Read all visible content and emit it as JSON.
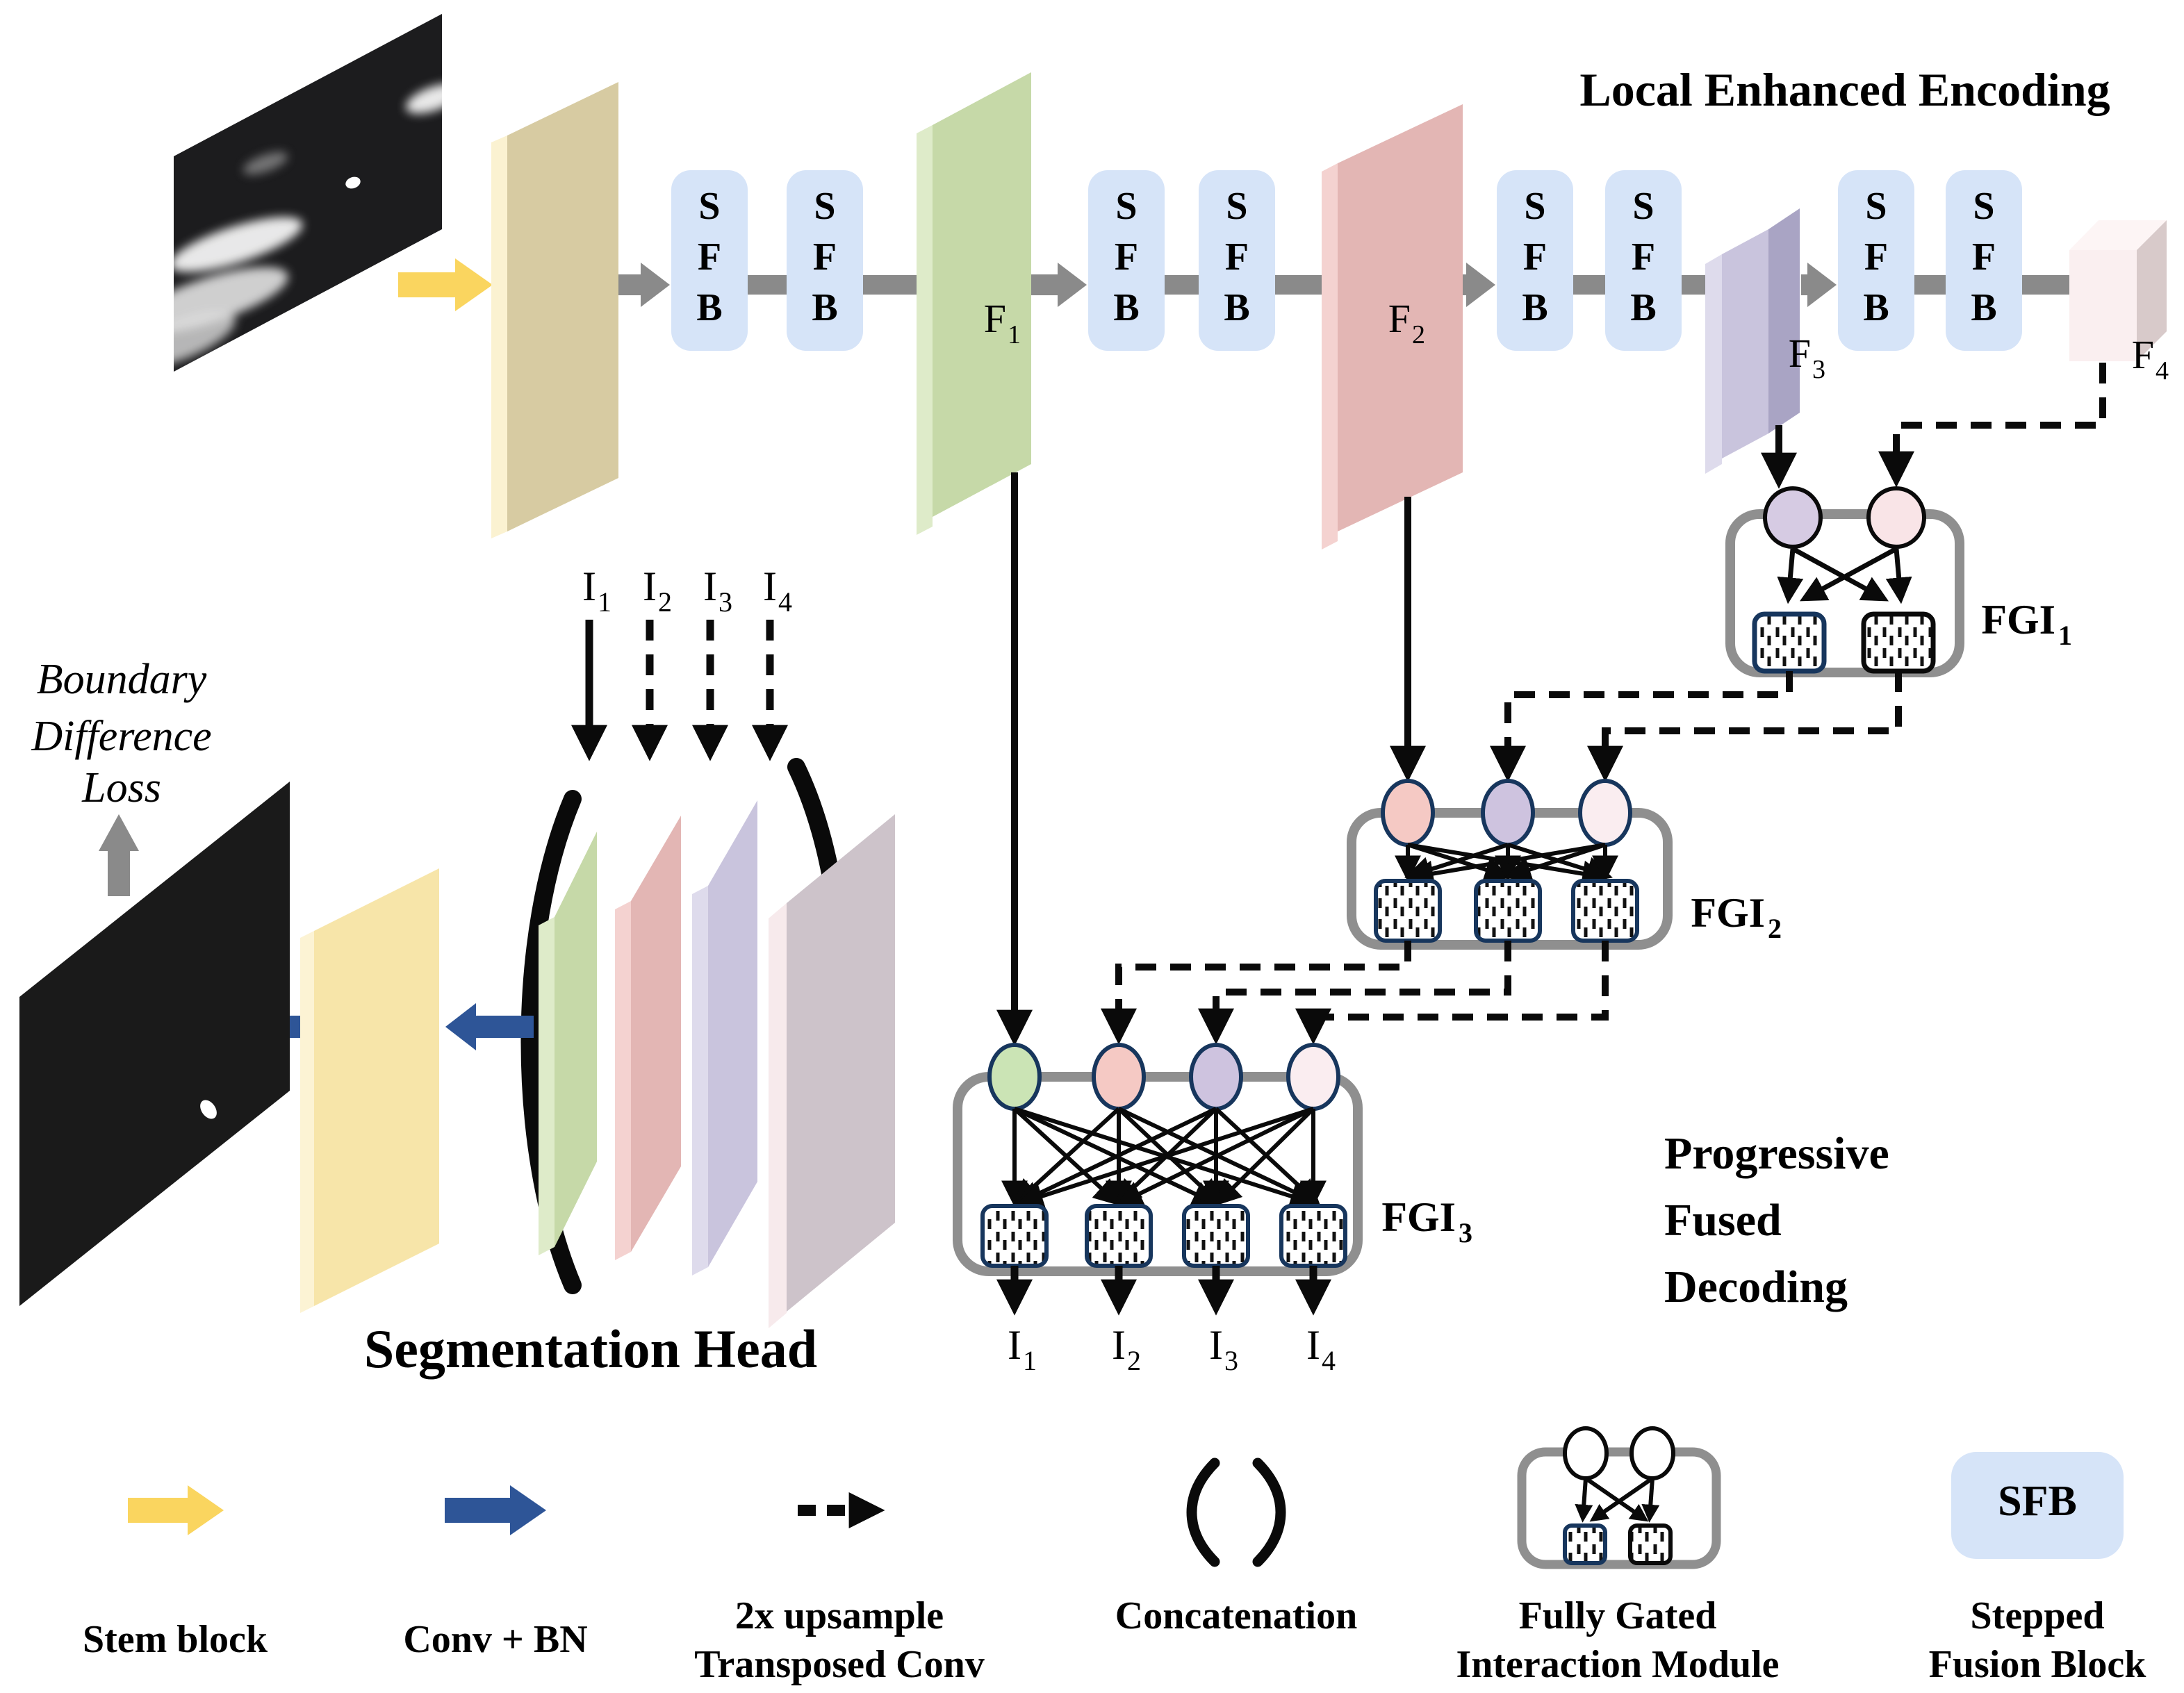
{
  "titles": {
    "encoding": "Local Enhanced Encoding",
    "decoding_lines": [
      "Progressive",
      "Fused",
      "Decoding"
    ],
    "segmentation_head": "Segmentation Head"
  },
  "boundary_loss_lines": [
    "Boundary",
    "Difference",
    "Loss"
  ],
  "sfb": {
    "s": "S",
    "f": "F",
    "b": "B"
  },
  "features": [
    {
      "base": "F",
      "sub": "1"
    },
    {
      "base": "F",
      "sub": "2"
    },
    {
      "base": "F",
      "sub": "3"
    },
    {
      "base": "F",
      "sub": "4"
    }
  ],
  "fgi": [
    {
      "base": "FGI",
      "sub": "1"
    },
    {
      "base": "FGI",
      "sub": "2"
    },
    {
      "base": "FGI",
      "sub": "3"
    }
  ],
  "interp": [
    {
      "base": "I",
      "sub": "1"
    },
    {
      "base": "I",
      "sub": "2"
    },
    {
      "base": "I",
      "sub": "3"
    },
    {
      "base": "I",
      "sub": "4"
    }
  ],
  "legend": {
    "stem": "Stem block",
    "conv": "Conv + BN",
    "upsample_lines": [
      "2x upsample",
      "Transposed Conv"
    ],
    "concat": "Concatenation",
    "fgim_lines": [
      "Fully Gated",
      "Interaction Module"
    ],
    "sfb_box": "SFB",
    "sfb_lines": [
      "Stepped",
      "Fusion Block"
    ]
  },
  "colors": {
    "sfb_fill": "#d6e4f8",
    "stem_front": "#d7cba2",
    "stem_edge": "#fbf2d1",
    "seg_yellow_front": "#f7e5a9",
    "seg_yellow_edge": "#fcf3d4",
    "f1_front": "#c6d9a8",
    "f1_edge": "#deebc9",
    "f2_front": "#e3b6b4",
    "f2_edge": "#f4d2d0",
    "f3_front": "#c9c4dd",
    "f3_edge": "#dedbec",
    "f3_side": "#a9a4c4",
    "f4_front": "#faeff0",
    "f4_side": "#d8caca",
    "f4_top": "#fdf5f5",
    "big_slab_front": "#cdc3ca",
    "big_slab_edge": "#f7eaec",
    "circle_green": "#cbe4b5",
    "circle_pink": "#f5c9c4",
    "circle_purple": "#cec3df",
    "circle_lightpink": "#faedf0",
    "fgi1_purple": "#d6cbe3",
    "fgi1_pink": "#f9e4e7",
    "arrow_yellow": "#fad55f",
    "arrow_blue": "#2e5597",
    "arrow_gray": "#8a8a8a",
    "module_border": "#8f8f8f",
    "image_dark": "#1c1c1e",
    "black_output": "#1a1a1a"
  }
}
